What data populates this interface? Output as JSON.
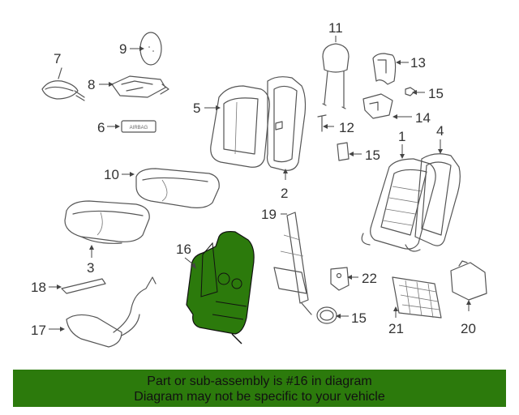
{
  "diagram": {
    "highlight_color": "#2c7a0c",
    "highlighted_part": "16",
    "embossed_label": "AIRBAG",
    "callouts": [
      "1",
      "2",
      "3",
      "4",
      "5",
      "6",
      "7",
      "8",
      "9",
      "10",
      "11",
      "12",
      "13",
      "14",
      "15",
      "15",
      "15",
      "15",
      "16",
      "17",
      "18",
      "19",
      "20",
      "21",
      "22"
    ]
  },
  "banner": {
    "line1": "Part or sub-assembly is #16 in diagram",
    "line2": "Diagram may not be specific to your vehicle",
    "background": "#2c7a0c"
  }
}
